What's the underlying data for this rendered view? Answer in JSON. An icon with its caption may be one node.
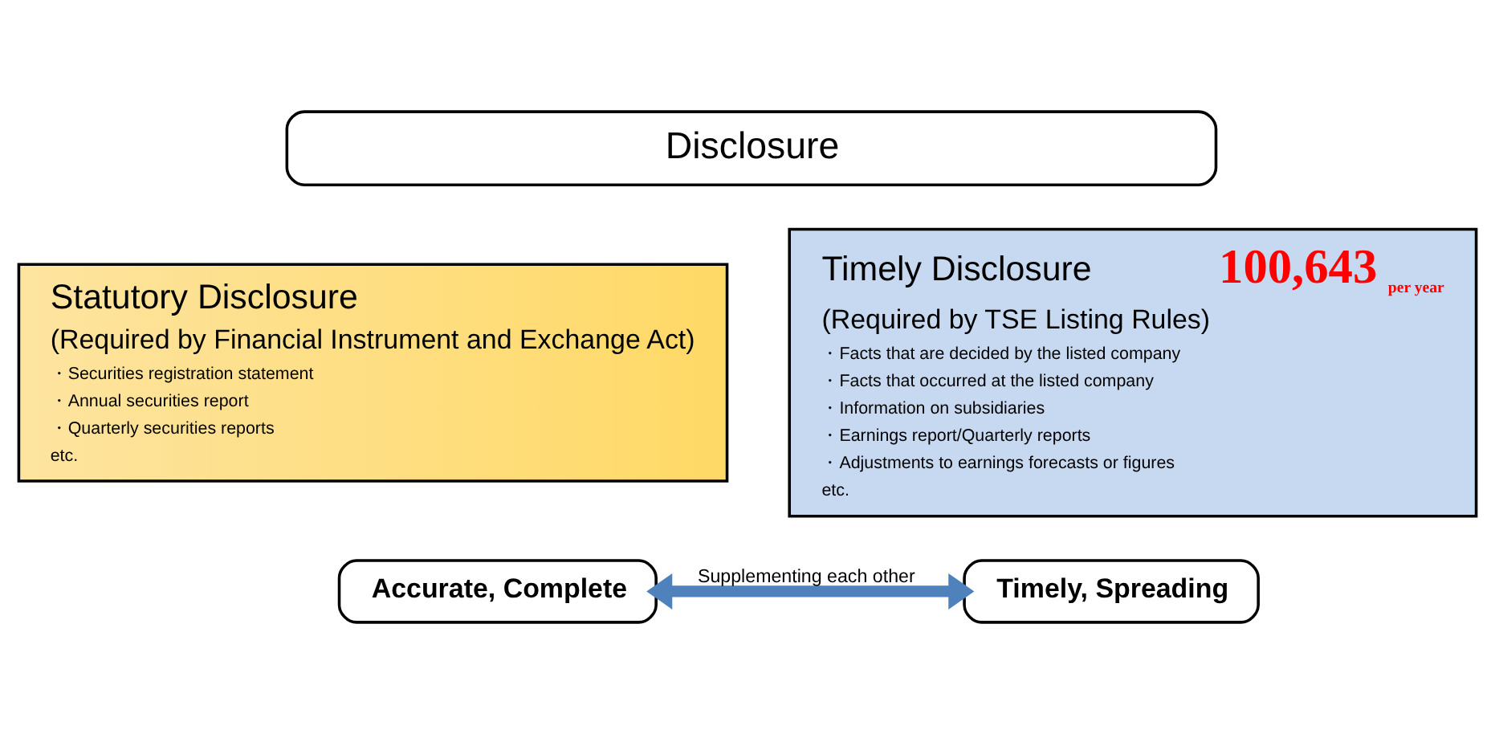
{
  "diagram": {
    "nodes": [
      {
        "text": [
          "Disclosure"
        ]
      },
      {
        "text": [
          "Statutory Disclosure",
          "(Required by Financial Instrument and Exchange Act)",
          "・Securities registration statement",
          "・Annual securities report",
          "・Quarterly securities reports",
          "etc."
        ]
      },
      {
        "text": [
          "Timely Disclosure",
          "100,643",
          "per year",
          "(Required by TSE Listing Rules)",
          "・Facts that are decided by the listed company",
          "・Facts that occurred at the listed company",
          "・Information on subsidiaries",
          "・Earnings report/Quarterly reports",
          "・Adjustments to earnings forecasts or figures",
          "etc."
        ]
      },
      {
        "text": [
          "Accurate, Complete"
        ]
      },
      {
        "text": [
          "Timely, Spreading"
        ]
      }
    ],
    "edges": [
      {
        "from": 3,
        "to": 4,
        "arrow": "both",
        "label": "Supplementing each other",
        "color": "#4f81bd"
      }
    ]
  }
}
